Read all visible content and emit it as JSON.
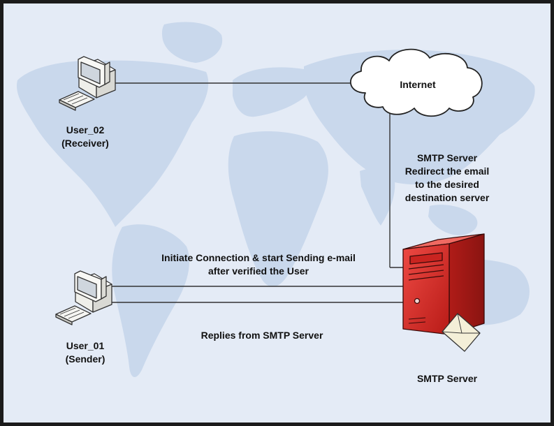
{
  "nodes": {
    "receiver": {
      "name": "User_02",
      "role": "(Receiver)"
    },
    "sender": {
      "name": "User_01",
      "role": "(Sender)"
    },
    "internet": {
      "label": "Internet"
    },
    "smtp_server": {
      "label": "SMTP Server"
    }
  },
  "edges": {
    "redirect": {
      "line1": "SMTP Server",
      "line2": "Redirect the email",
      "line3": "to the desired",
      "line4": "destination server"
    },
    "initiate": {
      "line1": "Initiate Connection & start Sending e-mail",
      "line2": "after verified the User"
    },
    "replies": {
      "label": "Replies from SMTP Server"
    }
  },
  "colors": {
    "background": "#e4ebf6",
    "land": "#c9d8ec",
    "server_red": "#d42a25",
    "computer": "#f5f5f2",
    "line": "#333333"
  }
}
